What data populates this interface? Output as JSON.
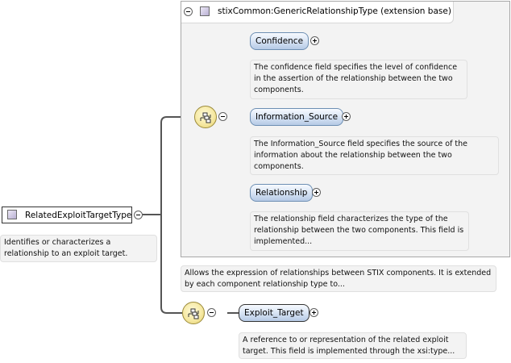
{
  "extension": {
    "title": "stixCommon:GenericRelationshipType (extension base)",
    "description": "Allows the expression of relationships between STIX components. It is extended by each component relationship type to..."
  },
  "root": {
    "name": "RelatedExploitTargetType",
    "description": "Identifies or characterizes a relationship to an exploit target."
  },
  "elements": [
    {
      "name": "Confidence",
      "description": "The confidence field specifies the level of confidence in the assertion of the relationship between the two components."
    },
    {
      "name": "Information_Source",
      "description": "The Information_Source field specifies the source of the information about the relationship between the two components."
    },
    {
      "name": "Relationship",
      "description": "The relationship field characterizes the type of the relationship between the two components. This field is implemented..."
    },
    {
      "name": "Exploit_Target",
      "description": "A reference to or representation of the related exploit target. This field is implemented through the xsi:type..."
    }
  ],
  "colors": {
    "pill_top": "#f7faff",
    "pill_bottom": "#b6cae6",
    "pill_border": "#6d8fb3",
    "compositor": "#f6e9a4",
    "connector": "#555555"
  }
}
